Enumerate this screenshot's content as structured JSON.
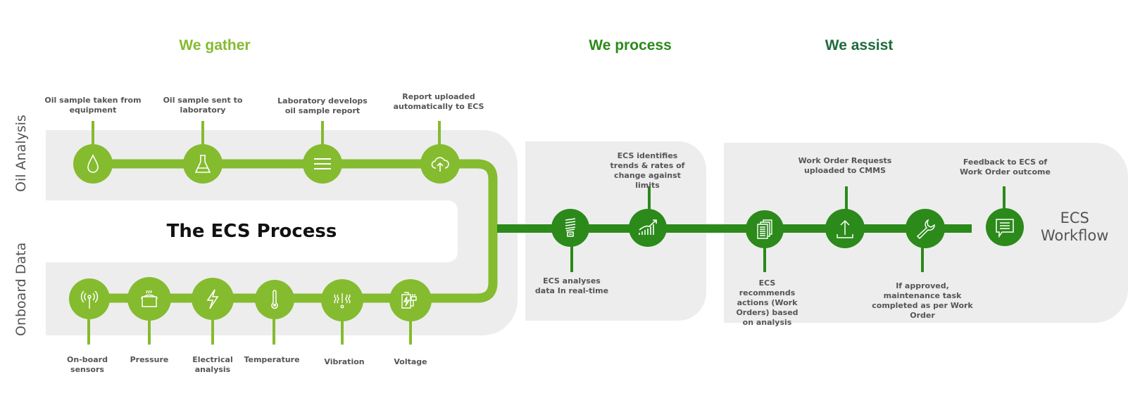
{
  "colors": {
    "light_green": "#85bb2f",
    "dark_green": "#2b8a1a",
    "assist_green": "#1e6b3c",
    "panel_gray": "#ededed",
    "label_gray": "#555555"
  },
  "phases": {
    "gather": "We gather",
    "process": "We process",
    "assist": "We assist"
  },
  "rows": {
    "oil_analysis": "Oil Analysis",
    "onboard_data": "Onboard Data"
  },
  "title": "The ECS Process",
  "workflow_label": [
    "ECS",
    "Workflow"
  ],
  "oil_steps": [
    {
      "icon": "droplet-icon",
      "label": "Oil sample taken from equipment"
    },
    {
      "icon": "flask-icon",
      "label": "Oil sample sent to laboratory"
    },
    {
      "icon": "report-lines-icon",
      "label": "Laboratory develops oil sample report"
    },
    {
      "icon": "cloud-upload-icon",
      "label": "Report uploaded automatically to ECS"
    }
  ],
  "onboard_steps": [
    {
      "icon": "antenna-icon",
      "label": "On-board sensors"
    },
    {
      "icon": "pressure-pot-icon",
      "label": "Pressure"
    },
    {
      "icon": "lightning-icon",
      "label": "Electrical analysis"
    },
    {
      "icon": "thermometer-icon",
      "label": "Temperature"
    },
    {
      "icon": "vibration-icon",
      "label": "Vibration"
    },
    {
      "icon": "battery-plug-icon",
      "label": "Voltage"
    }
  ],
  "process_steps": [
    {
      "icon": "bulb-icon",
      "label": "ECS analyses data In real-time"
    },
    {
      "icon": "trend-chart-icon",
      "label": "ECS identifies trends & rates of change against limits"
    }
  ],
  "assist_steps": [
    {
      "icon": "documents-icon",
      "label": "ECS recommends actions (Work Orders) based on analysis"
    },
    {
      "icon": "upload-icon",
      "label": "Work Order Requests uploaded to CMMS"
    },
    {
      "icon": "wrench-icon",
      "label": "If approved, maintenance task completed as per Work Order"
    },
    {
      "icon": "chat-icon",
      "label": "Feedback to ECS of Work Order outcome"
    }
  ]
}
